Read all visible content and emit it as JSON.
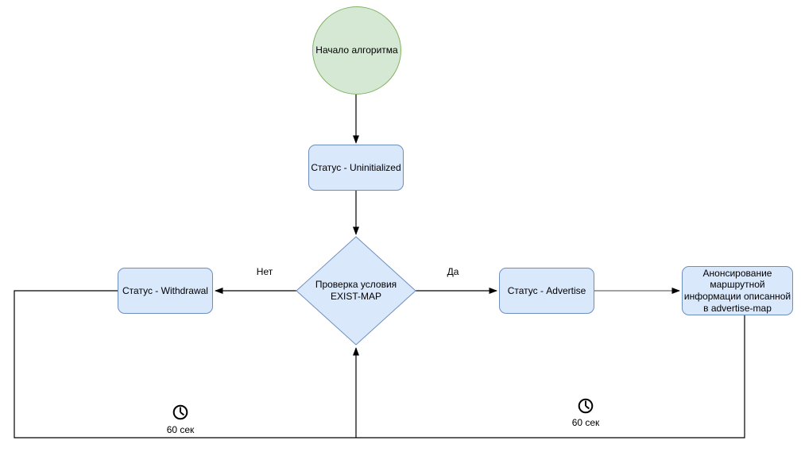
{
  "diagram": {
    "nodes": {
      "start": {
        "label": "Начало алгоритма"
      },
      "uninitialized": {
        "label": "Статус - Uninitialized"
      },
      "decision": {
        "label": "Проверка условия\nEXIST-MAP"
      },
      "withdrawal": {
        "label": "Статус - Withdrawal"
      },
      "advertise": {
        "label": "Статус - Advertise"
      },
      "announce": {
        "label": "Анонсирование\nмаршрутной\nинформации описанной\nв advertise-map"
      }
    },
    "edge_labels": {
      "no": "Нет",
      "yes": "Да"
    },
    "timers": {
      "left": "60 сек",
      "right": "60 сек"
    },
    "icons": {
      "left_timer": "clock-icon",
      "right_timer": "clock-icon"
    },
    "colors": {
      "start_fill": "#d5e8d4",
      "start_stroke": "#82b366",
      "node_fill": "#dae8fc",
      "node_stroke": "#6c8ebf",
      "edge": "#000000",
      "edge_gray": "#6b6b6b",
      "text": "#000000"
    }
  }
}
